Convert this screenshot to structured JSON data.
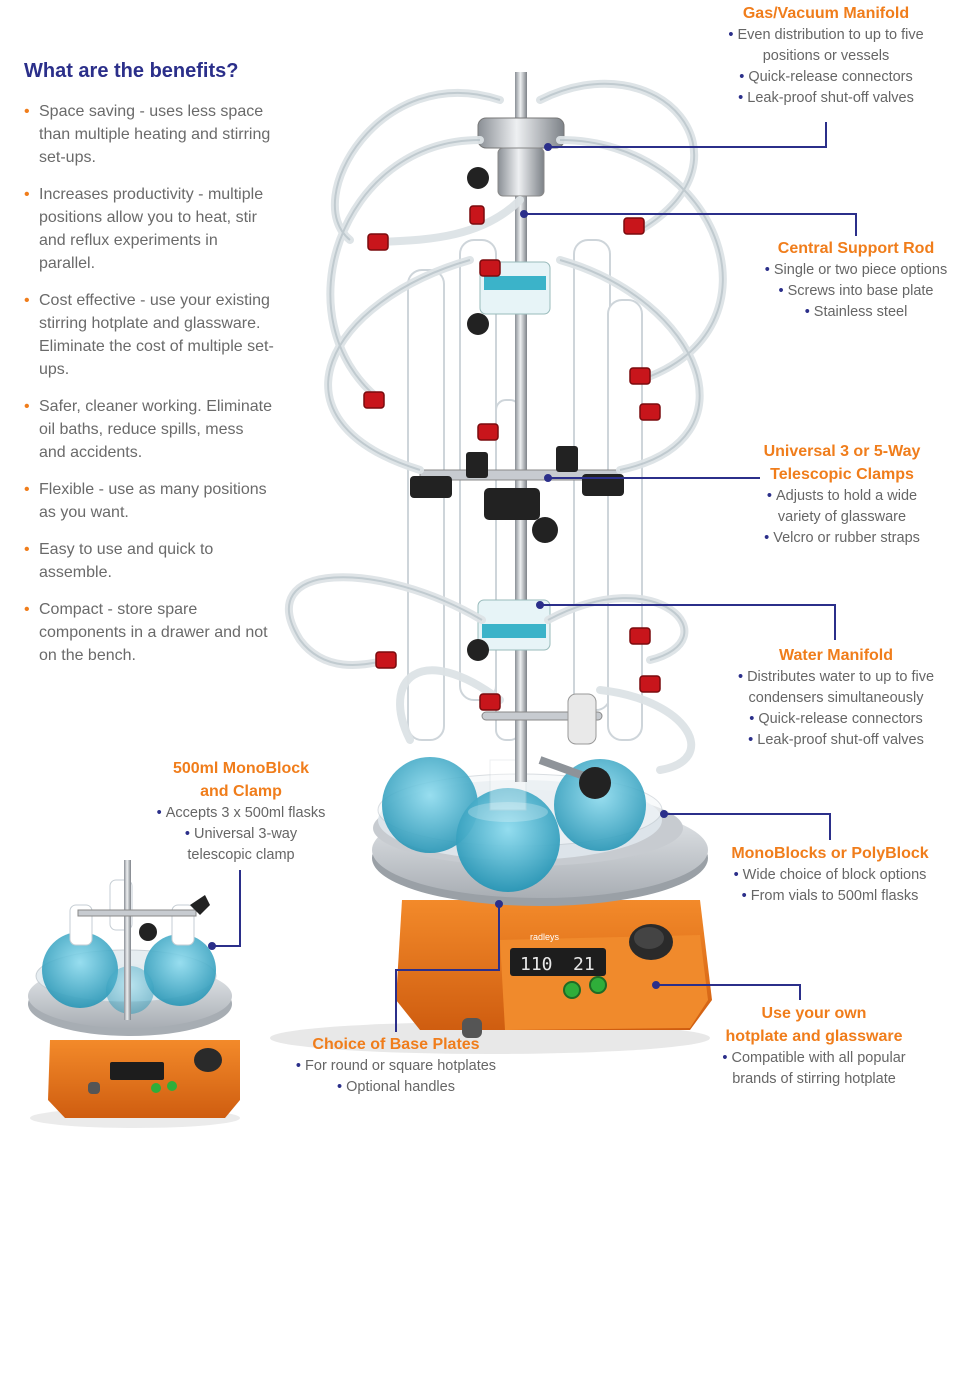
{
  "benefits": {
    "title": "What are the benefits?",
    "items": [
      "Space saving - uses less space than multiple heating and stirring set-ups.",
      "Increases productivity - multiple positions allow you to heat, stir and reflux experiments in parallel.",
      "Cost effective - use your existing stirring hotplate and glassware. Eliminate the cost of multiple set-ups.",
      "Safer, cleaner working. Eliminate oil baths, reduce spills, mess and accidents.",
      "Flexible - use as many positions as you want.",
      "Easy to use and quick to assemble.",
      "Compact - store spare components in a drawer and not on the bench."
    ]
  },
  "callouts": {
    "gas_manifold": {
      "title": "Gas/Vacuum Manifold",
      "bullets": [
        "Even distribution to up to five\npositions or vessels",
        "Quick-release connectors",
        "Leak-proof shut-off valves"
      ]
    },
    "support_rod": {
      "title": "Central Support Rod",
      "bullets": [
        "Single or two piece options",
        "Screws into base plate",
        "Stainless steel"
      ]
    },
    "clamps": {
      "title": "Universal 3 or 5-Way\nTelescopic Clamps",
      "bullets": [
        "Adjusts to hold a wide\nvariety of glassware",
        "Velcro or rubber straps"
      ]
    },
    "water_manifold": {
      "title": "Water Manifold",
      "bullets": [
        "Distributes water to up to five\ncondensers simultaneously",
        "Quick-release connectors",
        "Leak-proof shut-off valves"
      ]
    },
    "monoblocks": {
      "title": "MonoBlocks or PolyBlock",
      "bullets": [
        "Wide choice of block options",
        "From vials to 500ml flasks"
      ]
    },
    "hotplate": {
      "title": "Use your own\nhotplate and glassware",
      "bullets": [
        "Compatible with all popular\nbrands of stirring hotplate"
      ]
    },
    "base_plates": {
      "title": "Choice of Base Plates",
      "bullets": [
        "For round or square hotplates",
        "Optional handles"
      ]
    },
    "monoblock_500": {
      "title": "500ml MonoBlock\nand Clamp",
      "bullets": [
        "Accepts 3 x 500ml flasks",
        "Universal 3-way\ntelescopic clamp"
      ]
    }
  },
  "device": {
    "brand": "radleys",
    "display_left": "110",
    "display_right": "21"
  },
  "colors": {
    "accent_orange": "#f07d1b",
    "accent_blue": "#2b2f8a",
    "body_text": "#666666",
    "leader_line": "#2b2f8a",
    "hotplate_body": "#e8701a",
    "flask_liquid": "#2fa6c4"
  }
}
